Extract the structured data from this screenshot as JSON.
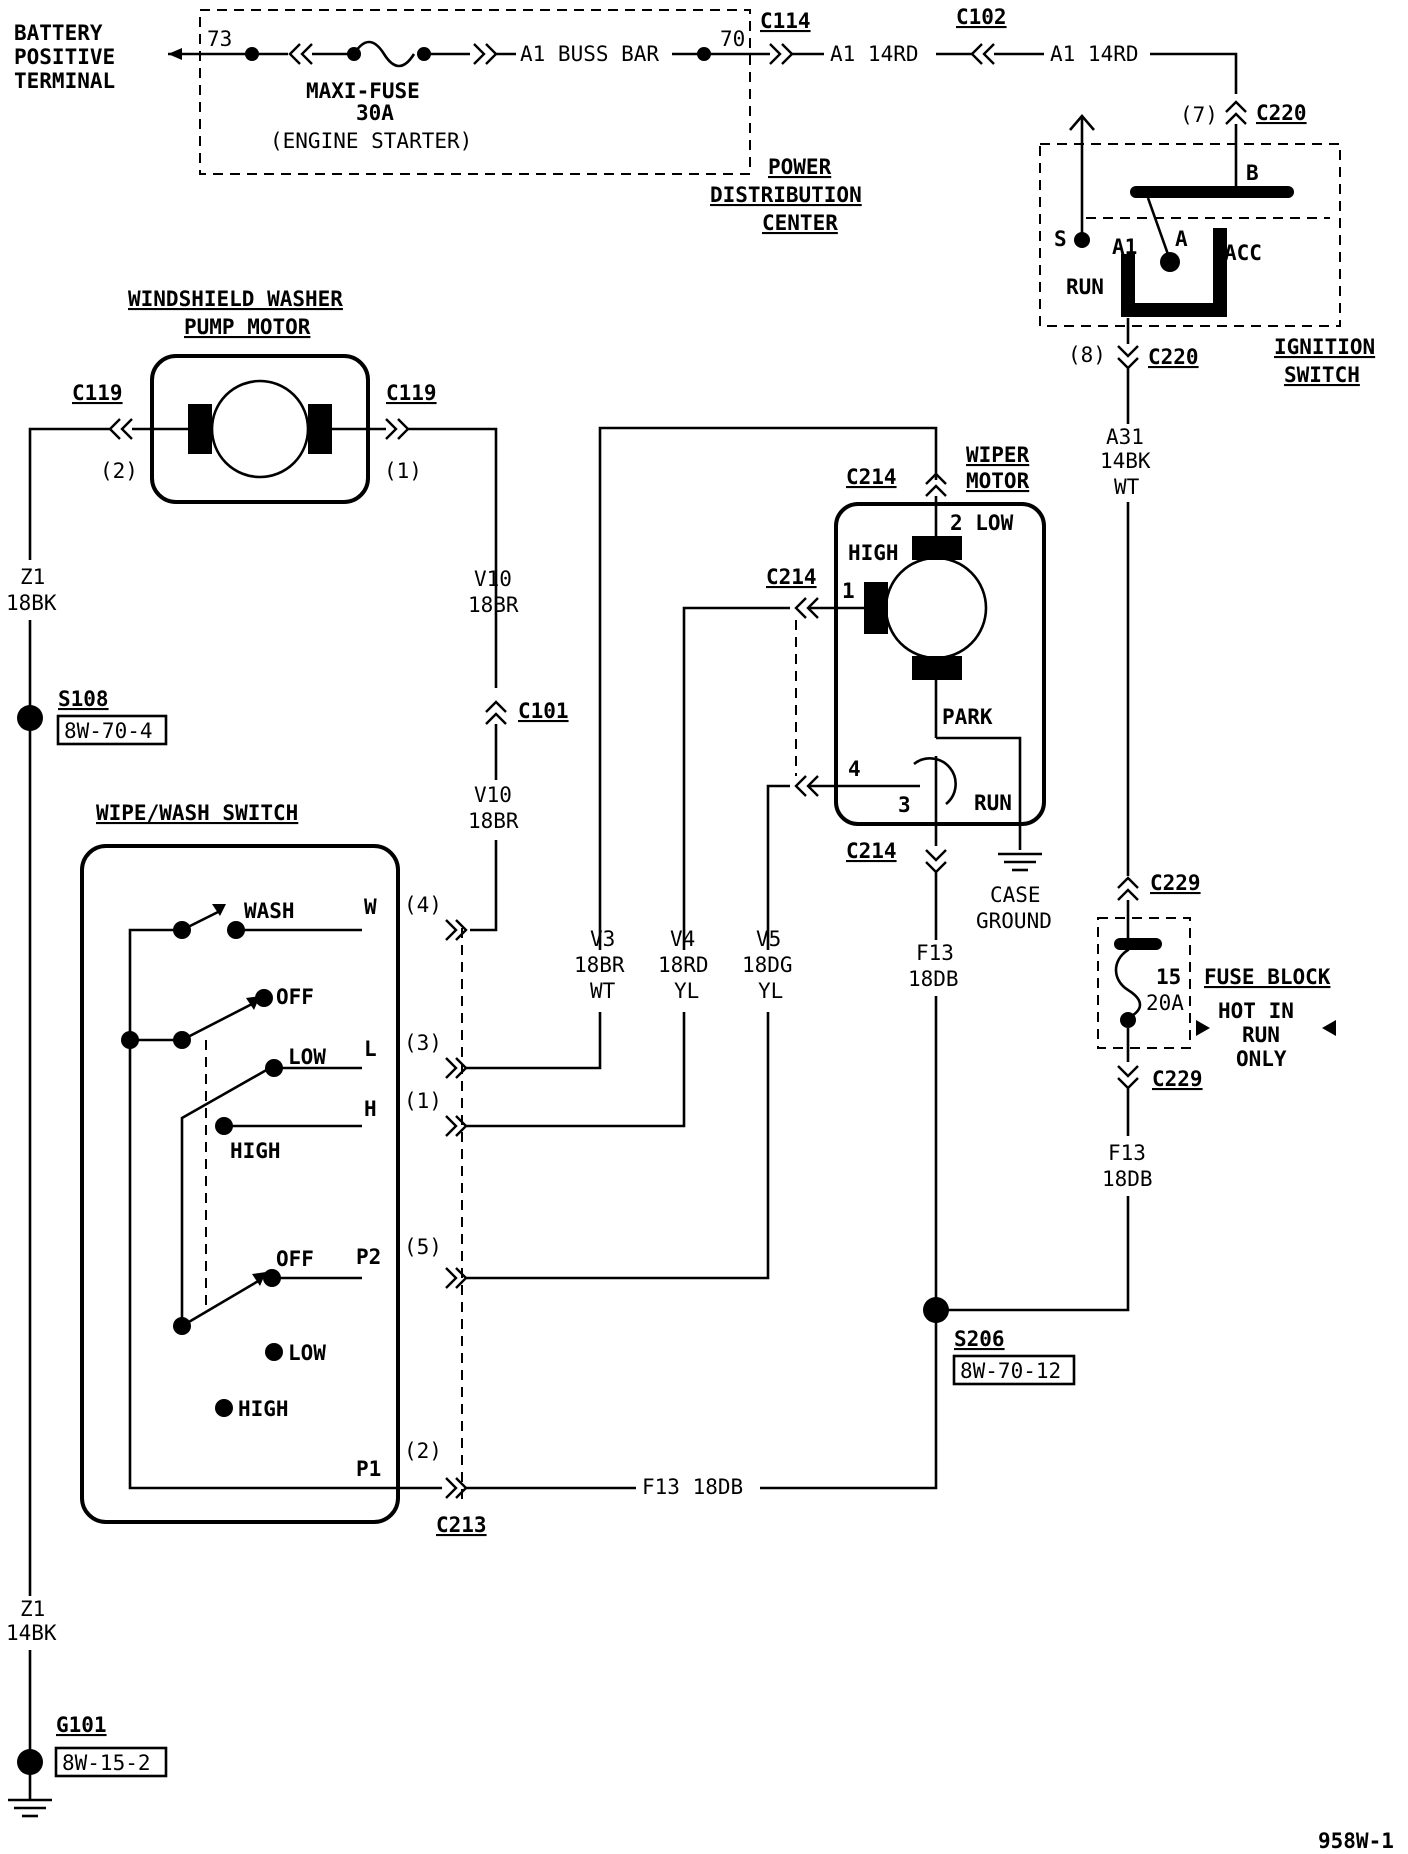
{
  "battery": {
    "line1": "BATTERY",
    "line2": "POSITIVE",
    "line3": "TERMINAL"
  },
  "pdc": {
    "cav_in": "73",
    "cav_out": "70",
    "fuse_line1": "MAXI-FUSE",
    "fuse_line2": "30A",
    "fuse_line3": "(ENGINE STARTER)",
    "buss_bar": "A1 BUSS BAR",
    "title_line1": "POWER",
    "title_line2": "DISTRIBUTION",
    "title_line3": "CENTER"
  },
  "connectors": {
    "c114": "C114",
    "c102": "C102",
    "c220": "C220",
    "c119": "C119",
    "c101": "C101",
    "c214": "C214",
    "c229": "C229",
    "c213": "C213"
  },
  "wires": {
    "a1_1": "A1 14RD",
    "a1_2": "A1 14RD",
    "a31_a": "A31",
    "a31_b": "14BK",
    "a31_c": "WT",
    "z1_a": "Z1",
    "z1_b": "18BK",
    "z1_c": "Z1",
    "z1_d": "14BK",
    "v10_a": "V10",
    "v10_b": "18BR",
    "v10_c": "V10",
    "v10_d": "18BR",
    "v3_a": "V3",
    "v3_b": "18BR",
    "v3_c": "WT",
    "v4_a": "V4",
    "v4_b": "18RD",
    "v4_c": "YL",
    "v5_a": "V5",
    "v5_b": "18DG",
    "v5_c": "YL",
    "f13_a": "F13",
    "f13_b": "18DB",
    "f13_c": "F13",
    "f13_d": "18DB",
    "f13_bottom": "F13 18DB"
  },
  "ignition": {
    "title_line1": "IGNITION",
    "title_line2": "SWITCH",
    "pin_b": "B",
    "pin_s": "S",
    "pin_a1": "A1",
    "pin_a": "A",
    "pin_acc": "ACC",
    "pin_run": "RUN",
    "cav7": "(7)",
    "cav8": "(8)"
  },
  "washer": {
    "title_line1": "WINDSHIELD WASHER",
    "title_line2": "PUMP MOTOR",
    "cav2": "(2)",
    "cav1": "(1)"
  },
  "wiper": {
    "title_line1": "WIPER",
    "title_line2": "MOTOR",
    "pin_2low": "2 LOW",
    "high": "HIGH",
    "pin1": "1",
    "park": "PARK",
    "pin4": "4",
    "pin3": "3",
    "run": "RUN",
    "case_ground_1": "CASE",
    "case_ground_2": "GROUND"
  },
  "switch": {
    "title": "WIPE/WASH SWITCH",
    "wash": "WASH",
    "off1": "OFF",
    "low1": "LOW",
    "high1": "HIGH",
    "off2": "OFF",
    "low2": "LOW",
    "high2": "HIGH",
    "term_w": "W",
    "term_l": "L",
    "term_h": "H",
    "term_p2": "P2",
    "term_p1": "P1",
    "cav4": "(4)",
    "cav3": "(3)",
    "cav1": "(1)",
    "cav5": "(5)",
    "cav2": "(2)"
  },
  "fuse_block": {
    "title_line1": "FUSE BLOCK",
    "num": "15",
    "amp": "20A",
    "hot_line1": "HOT IN",
    "hot_line2": "RUN",
    "hot_line3": "ONLY"
  },
  "splices": {
    "s108": "S108",
    "s108_ref": "8W-70-4",
    "s206": "S206",
    "s206_ref": "8W-70-12"
  },
  "ground": {
    "g101": "G101",
    "g101_ref": "8W-15-2"
  },
  "figure_id": "958W-1"
}
